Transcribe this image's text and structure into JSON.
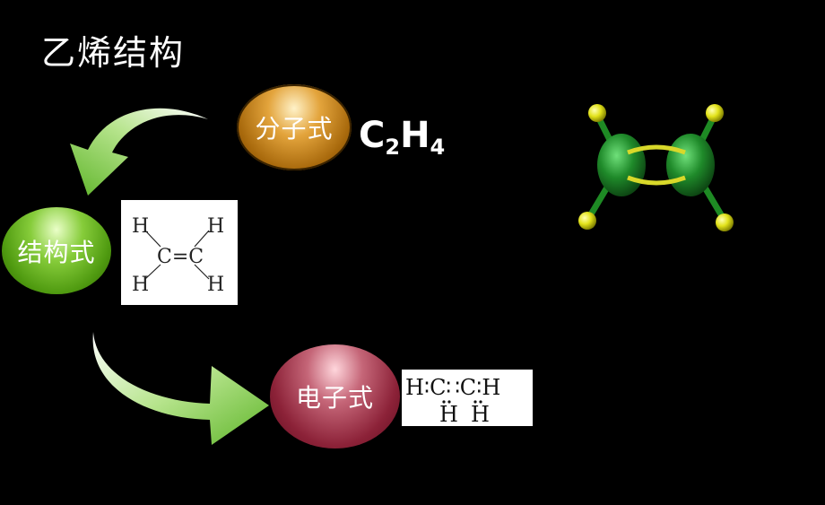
{
  "slide": {
    "title": "乙烯结构",
    "bubbles": {
      "formula_label": "分子式",
      "structural_label": "结构式",
      "electron_label": "电子式"
    },
    "molecular_formula": {
      "c": "C",
      "c_sub": "2",
      "h": "H",
      "h_sub": "4"
    },
    "structural_formula": {
      "h_top_left": "H",
      "h_top_right": "H",
      "h_bottom_left": "H",
      "h_bottom_right": "H",
      "center": "C=C"
    },
    "electron_formula": {
      "row1": "H∶C∷C∶H",
      "row2_left": "H",
      "row2_right": "H"
    }
  },
  "colors": {
    "background": "#000000",
    "formula_bubble": "#c88a28",
    "structural_bubble": "#6ab422",
    "electron_bubble": "#a33a52",
    "arrow_green": "#6fc23a",
    "carbon_green": "#1f8a2a",
    "hydrogen_yellow": "#e2e21a"
  }
}
